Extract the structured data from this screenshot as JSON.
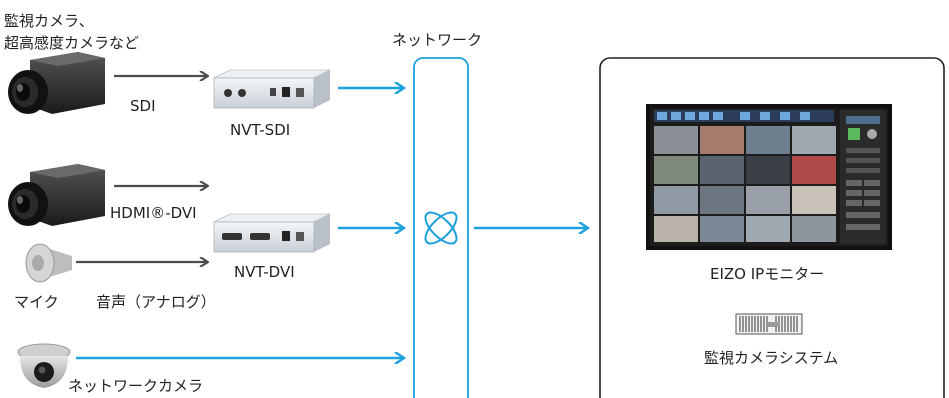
{
  "title": {
    "line1": "監視カメラ、",
    "line2": "超高感度カメラなど"
  },
  "network": {
    "label": "ネットワーク",
    "icon": "network-node-icon"
  },
  "labels": {
    "sdi": "SDI",
    "nvt_sdi": "NVT-SDI",
    "hdmi_dvi": "HDMI®-DVI",
    "nvt_dvi": "NVT-DVI",
    "mic": "マイク",
    "audio": "音声（アナログ）",
    "ip_camera": "ネットワークカメラ",
    "eizo_monitor": "EIZO IPモニター",
    "surveillance_system": "監視カメラシステム"
  },
  "colors": {
    "arrow_blue": "#1ea0dc",
    "arrow_gray": "#4d4d4d",
    "network_border": "#1ea0dc",
    "panel_border": "#231f20"
  }
}
